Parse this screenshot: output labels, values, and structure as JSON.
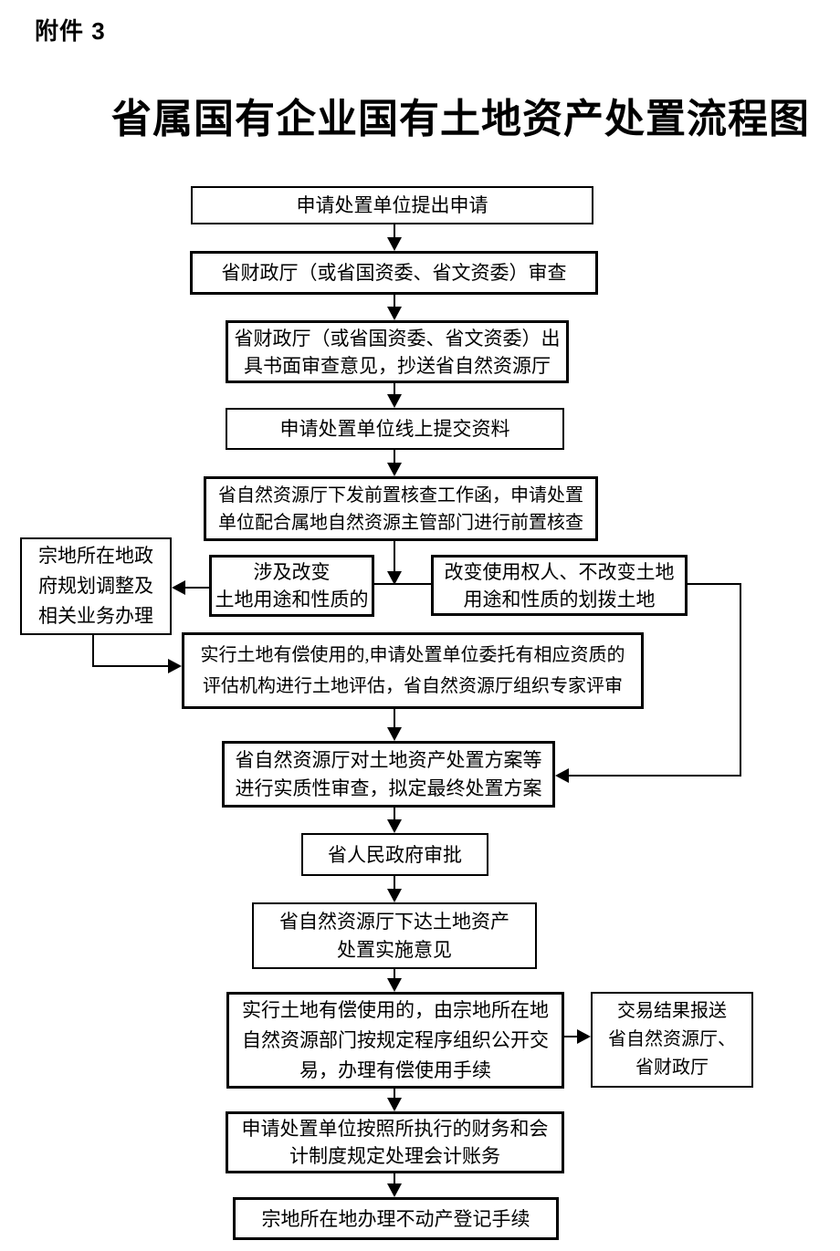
{
  "document": {
    "attachment_label": "附件 3",
    "title": "省属国有企业国有土地资产处置流程图",
    "background_color": "#ffffff",
    "line_color": "#000000",
    "text_color": "#000000"
  },
  "flowchart": {
    "submit_application": {
      "lines": [
        "申请处置单位提出申请"
      ]
    },
    "finance_review": {
      "lines": [
        "省财政厅（或省国资委、省文资委）审查"
      ]
    },
    "written_opinion": {
      "lines": [
        "省财政厅（或省国资委、省文资委）出",
        "具书面审查意见，抄送省自然资源厅"
      ]
    },
    "online_submission": {
      "lines": [
        "申请处置单位线上提交资料"
      ]
    },
    "pre_check": {
      "lines": [
        "省自然资源厅下发前置核查工作函，申请处置",
        "单位配合属地自然资源主管部门进行前置核查"
      ]
    },
    "planning_adjustment": {
      "lines": [
        "宗地所在地政",
        "府规划调整及",
        "相关业务办理"
      ]
    },
    "change_of_use": {
      "lines": [
        "涉及改变",
        "土地用途和性质的"
      ]
    },
    "allocation_no_change": {
      "lines": [
        "改变使用权人、不改变土地",
        "用途和性质的划拨土地"
      ]
    },
    "valuation": {
      "lines": [
        "实行土地有偿使用的,申请处置单位委托有相应资质的",
        "评估机构进行土地评估，省自然资源厅组织专家评审"
      ]
    },
    "substantive_review": {
      "lines": [
        "省自然资源厅对土地资产处置方案等",
        "进行实质性审查，拟定最终处置方案"
      ]
    },
    "government_approval": {
      "lines": [
        "省人民政府审批"
      ]
    },
    "implementation_opinion": {
      "lines": [
        "省自然资源厅下达土地资产",
        "处置实施意见"
      ]
    },
    "public_trading": {
      "lines": [
        "实行土地有偿使用的，由宗地所在地",
        "自然资源部门按规定程序组织公开交",
        "易，办理有偿使用手续"
      ]
    },
    "result_report": {
      "lines": [
        "交易结果报送",
        "省自然资源厅、",
        "省财政厅"
      ]
    },
    "accounting": {
      "lines": [
        "申请处置单位按照所执行的财务和会",
        "计制度规定处理会计账务"
      ]
    },
    "registration": {
      "lines": [
        "宗地所在地办理不动产登记手续"
      ]
    }
  }
}
